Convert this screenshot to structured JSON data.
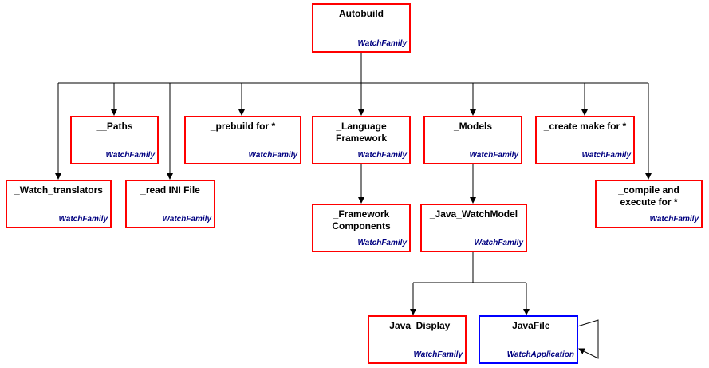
{
  "nodes": {
    "autobuild": {
      "name": "Autobuild",
      "stereotype": "WatchFamily"
    },
    "watch_translators": {
      "name": "_Watch_translators",
      "stereotype": "WatchFamily"
    },
    "paths": {
      "name": "__Paths",
      "stereotype": "WatchFamily"
    },
    "read_ini": {
      "name": "_read INI File",
      "stereotype": "WatchFamily"
    },
    "prebuild": {
      "name": "_prebuild for *",
      "stereotype": "WatchFamily"
    },
    "language_framework": {
      "name": "_Language\nFramework",
      "stereotype": "WatchFamily"
    },
    "framework_components": {
      "name": "_Framework\nComponents",
      "stereotype": "WatchFamily"
    },
    "models": {
      "name": "_Models",
      "stereotype": "WatchFamily"
    },
    "java_watchmodel": {
      "name": "_Java_WatchModel",
      "stereotype": "WatchFamily"
    },
    "create_make": {
      "name": "_create make for *",
      "stereotype": "WatchFamily"
    },
    "compile_execute": {
      "name": "_compile and\nexecute for *",
      "stereotype": "WatchFamily"
    },
    "java_display": {
      "name": "_Java_Display",
      "stereotype": "WatchFamily"
    },
    "javafile": {
      "name": "_JavaFile",
      "stereotype": "WatchApplication"
    }
  },
  "colors": {
    "family_border": "#ff0000",
    "application_border": "#0000ff",
    "stereotype_text": "#000080",
    "connector": "#000000"
  }
}
